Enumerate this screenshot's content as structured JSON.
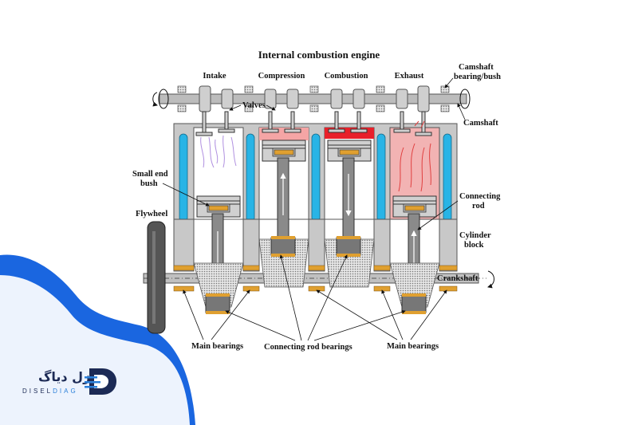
{
  "diagram": {
    "title": "Internal combustion engine",
    "strokes": [
      "Intake",
      "Compression",
      "Combustion",
      "Exhaust"
    ],
    "labels": {
      "camshaft_bearing_1": "Camshaft",
      "camshaft_bearing_2": "bearing/bush",
      "valves": "Valves",
      "camshaft": "Camshaft",
      "small_end_1": "Small end",
      "small_end_2": "bush",
      "flywheel": "Flywheel",
      "connecting_rod_1": "Connecting",
      "connecting_rod_2": "rod",
      "cylinder_block_1": "Cylinder",
      "cylinder_block_2": "block",
      "crankshaft": "Crankshaft",
      "main_bearings_left": "Main bearings",
      "connecting_rod_bearings": "Connecting rod bearings",
      "main_bearings_right": "Main bearings"
    },
    "colors": {
      "block": "#c8c8c8",
      "coolant": "#28b4e6",
      "bearing": "#e0a030",
      "combustion": "#e8202a",
      "exhaust_gas": "#f2b3b3",
      "intake_arrow": "#b090e0"
    }
  },
  "logo": {
    "name_fa": "دیزل دیاگ",
    "name_en_1": "DISEL",
    "name_en_2": "DIAG",
    "colors": {
      "primary": "#1c2a55",
      "accent": "#2a7fd9",
      "blob": "#1a66e0"
    }
  }
}
